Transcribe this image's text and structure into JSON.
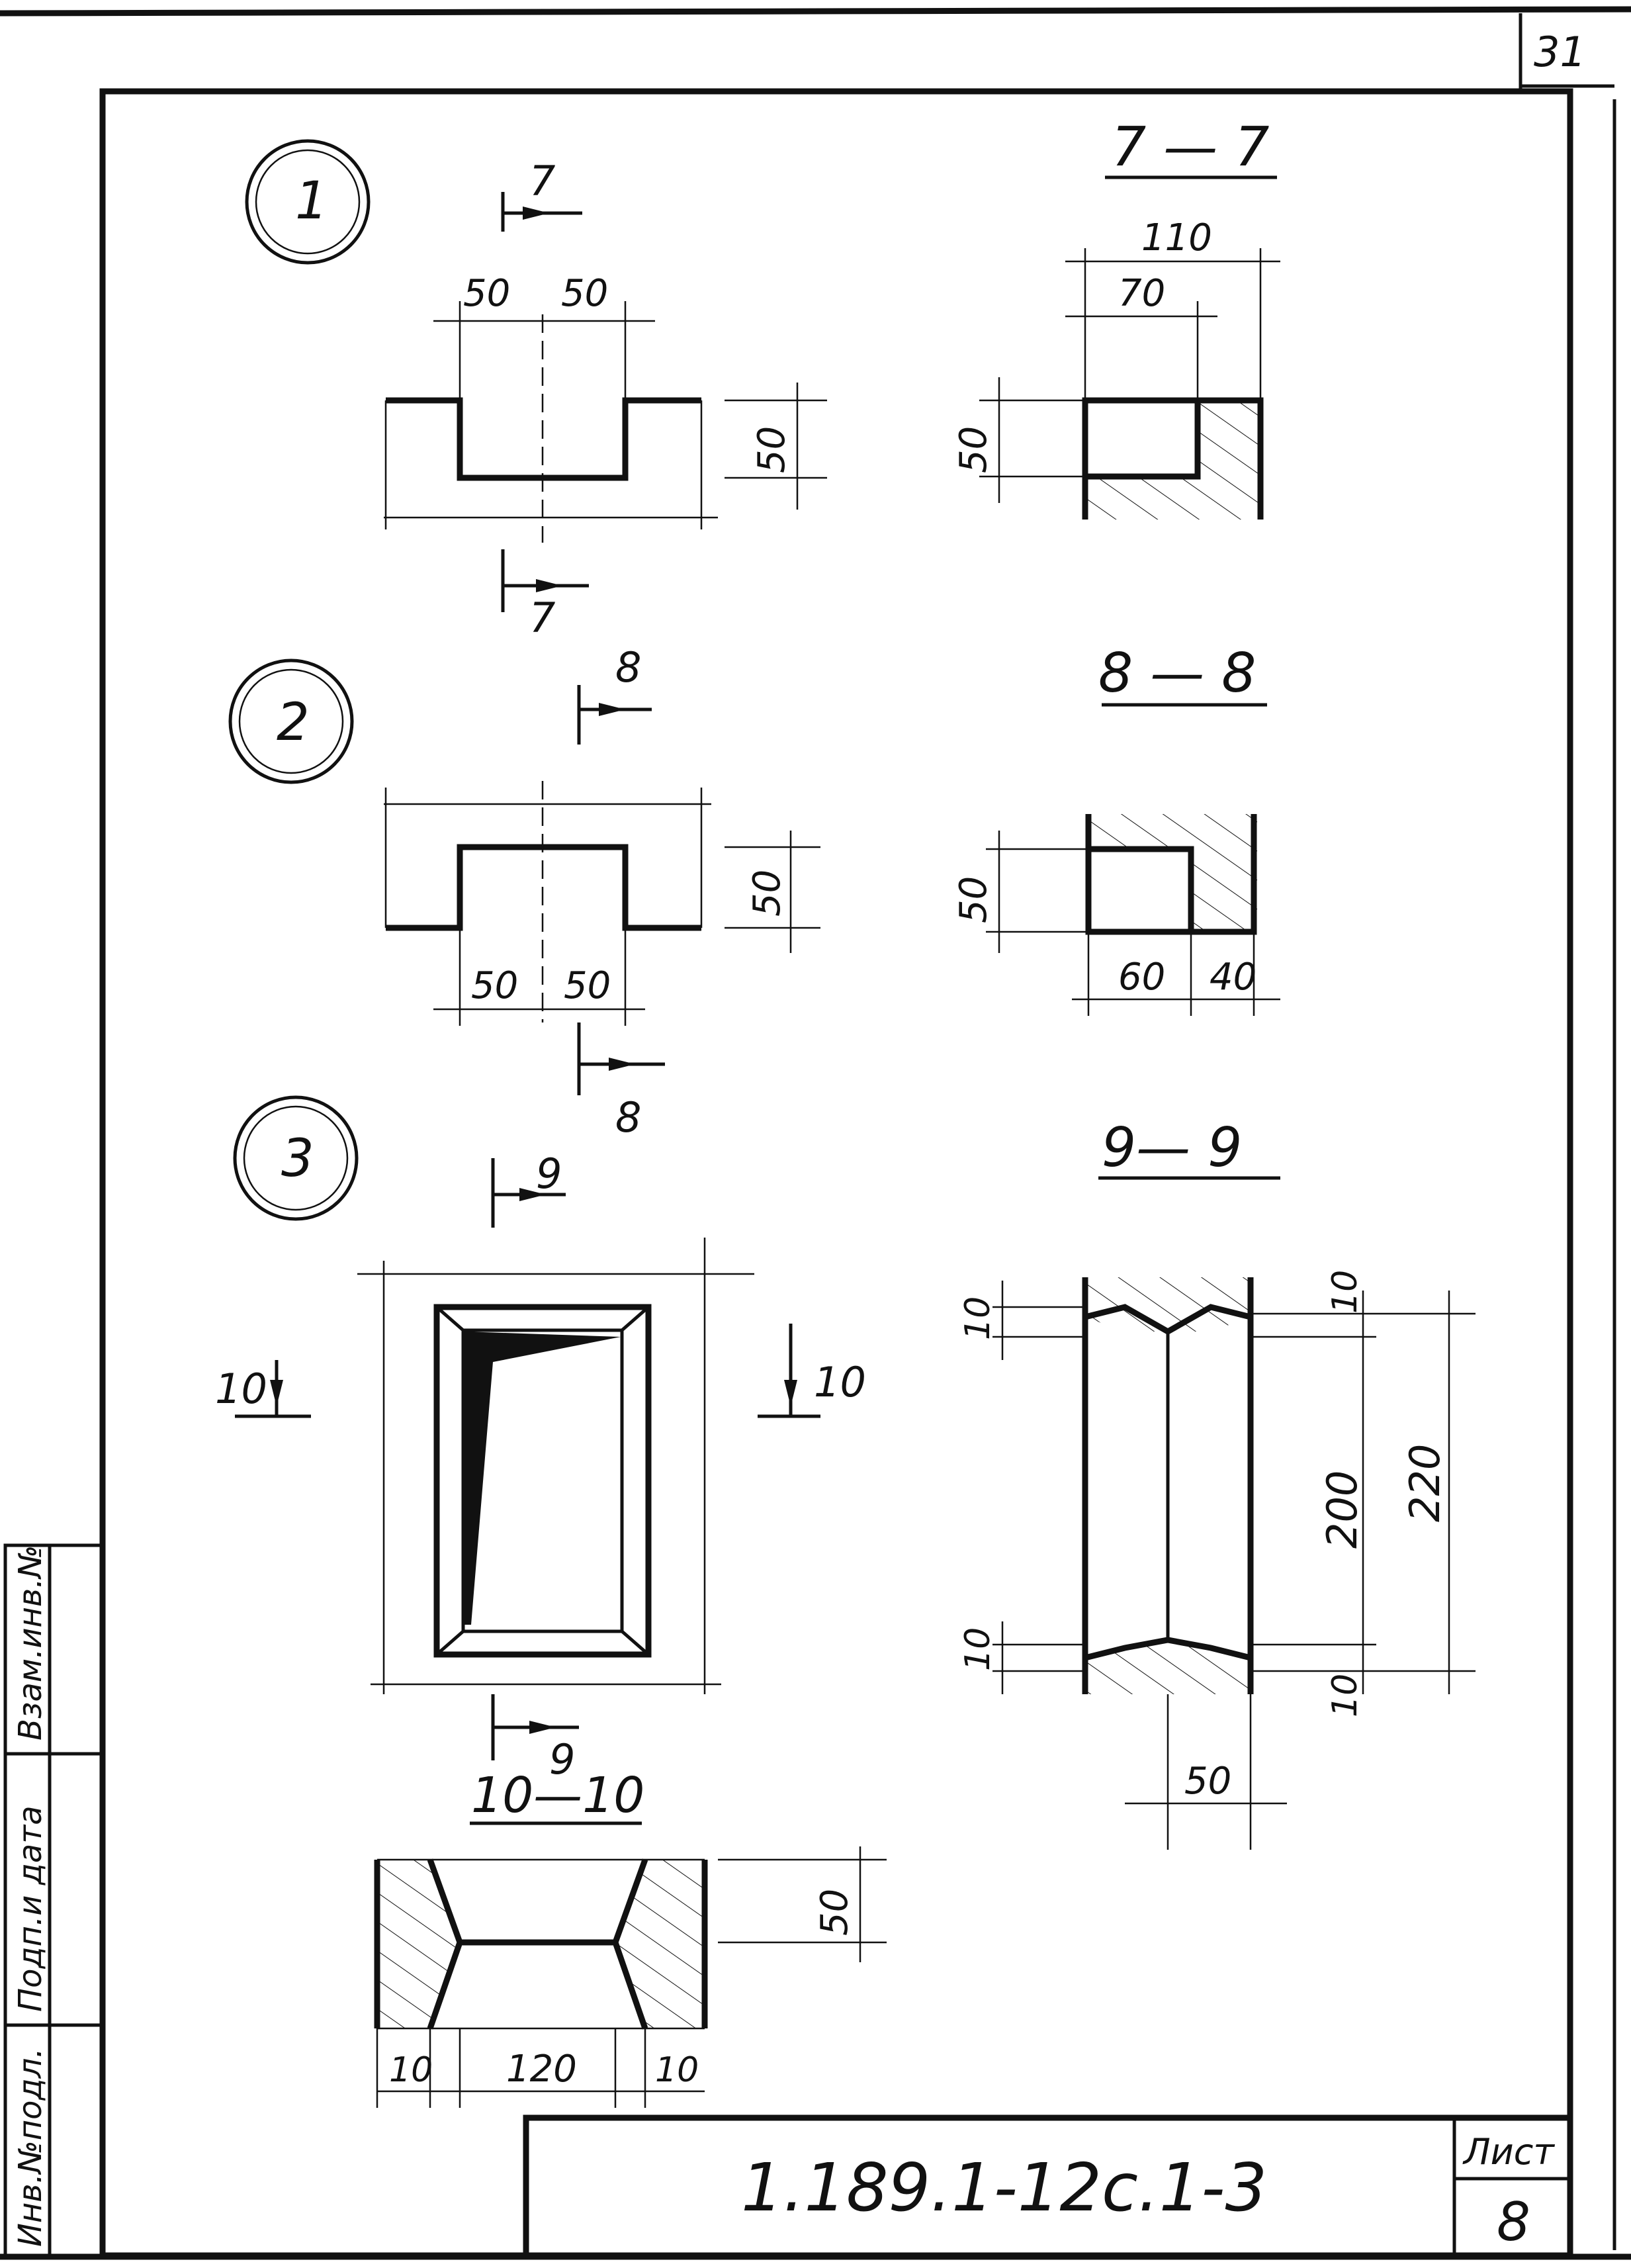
{
  "sheet": {
    "page_number": "31",
    "document_code": "1.189.1-12с.1-3",
    "sheet_label": "Лист",
    "sheet_number": "8"
  },
  "side_stamp": {
    "col1": "Инв.№подл.",
    "col2": "Подп.и дата",
    "col3": "Взам.инв.№"
  },
  "details": [
    {
      "id": "1",
      "section_mark": "7",
      "dims": [
        "50",
        "50",
        "50"
      ]
    },
    {
      "id": "2",
      "section_mark": "8",
      "dims": [
        "50",
        "50",
        "50"
      ]
    },
    {
      "id": "3",
      "section_marks": [
        "9",
        "10"
      ]
    }
  ],
  "sections": {
    "s77": {
      "title": "7 — 7",
      "dims": [
        "110",
        "70",
        "50"
      ]
    },
    "s88": {
      "title": "8 — 8",
      "dims": [
        "50",
        "60",
        "40"
      ]
    },
    "s99": {
      "title": "9— 9",
      "dims": [
        "10",
        "10",
        "200",
        "220",
        "10",
        "10",
        "50"
      ]
    },
    "s1010": {
      "title": "10—10",
      "dims": [
        "50",
        "10",
        "120",
        "10"
      ]
    }
  },
  "colors": {
    "ink": "#111111",
    "paper": "#ffffff"
  }
}
